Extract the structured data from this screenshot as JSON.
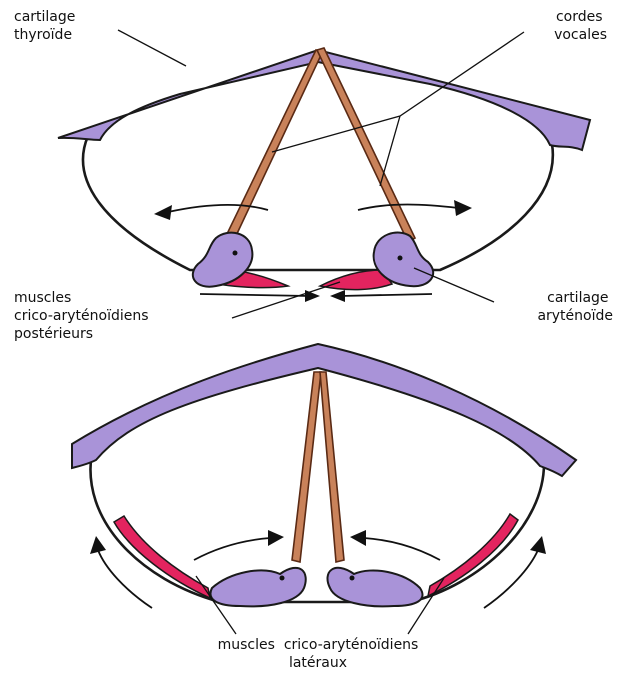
{
  "labels": {
    "cartilage_thyroide": [
      "cartilage",
      "thyroïde"
    ],
    "cordes_vocales": [
      "cordes",
      "vocales"
    ],
    "muscles_posterieurs": [
      "muscles",
      "crico-aryténoïdiens",
      "postérieurs"
    ],
    "cartilage_arytenoide": [
      "cartilage",
      "aryténoïde"
    ],
    "muscles_lateraux_line1": "muscles  crico-aryténoïdiens",
    "muscles_lateraux_line2": "latéraux"
  },
  "colors": {
    "cartilage": "#a993d8",
    "cords": "#c9825a",
    "muscle": "#e3245f",
    "outline": "#1a1a1a"
  }
}
